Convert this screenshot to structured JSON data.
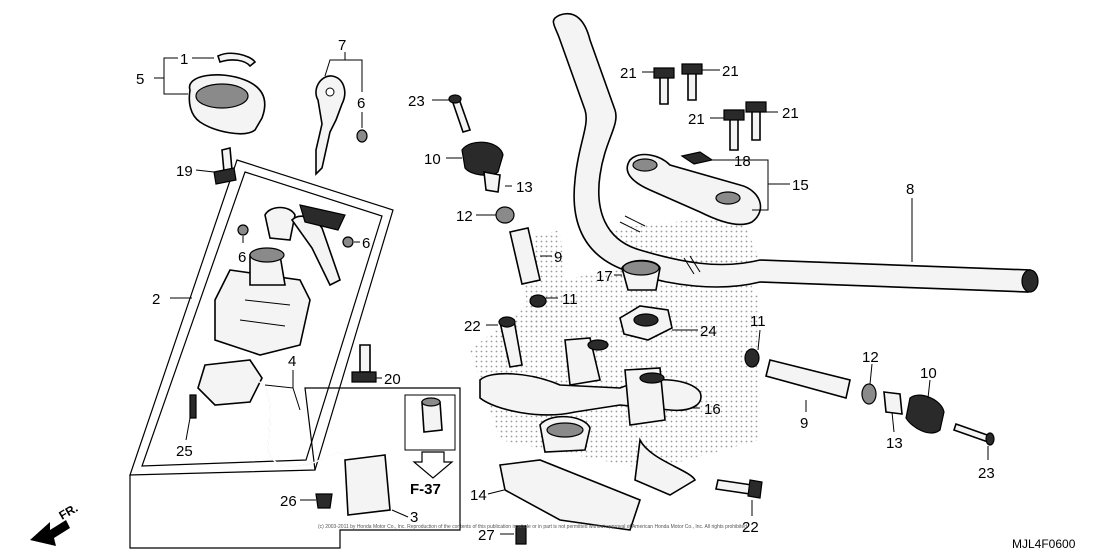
{
  "diagram": {
    "callouts": {
      "c1": "1",
      "c5": "5",
      "c7": "7",
      "c6a": "6",
      "c19": "19",
      "c6b": "6",
      "c6c": "6",
      "c2": "2",
      "c4": "4",
      "c20": "20",
      "c25": "25",
      "c26": "26",
      "c3": "3",
      "c23a": "23",
      "c10a": "10",
      "c13a": "13",
      "c12a": "12",
      "c9a": "9",
      "c11a": "11",
      "c22a": "22",
      "c17": "17",
      "c24": "24",
      "c16": "16",
      "c14": "14",
      "c27": "27",
      "c22b": "22",
      "c21a": "21",
      "c21b": "21",
      "c21c": "21",
      "c21d": "21",
      "c18": "18",
      "c15": "15",
      "c8": "8",
      "c11b": "11",
      "c12b": "12",
      "c10b": "10",
      "c9b": "9",
      "c13b": "13",
      "c23b": "23"
    },
    "reference": "F-37",
    "front_indicator": "FR.",
    "diagram_code": "MJL4F0600",
    "copyright": "(c) 2003-2011 by Honda Motor Co., Inc. Reproduction of the contents of this publication in whole or in part is not permitted without approval of American Honda Motor Co., Inc. All rights prohibited."
  }
}
